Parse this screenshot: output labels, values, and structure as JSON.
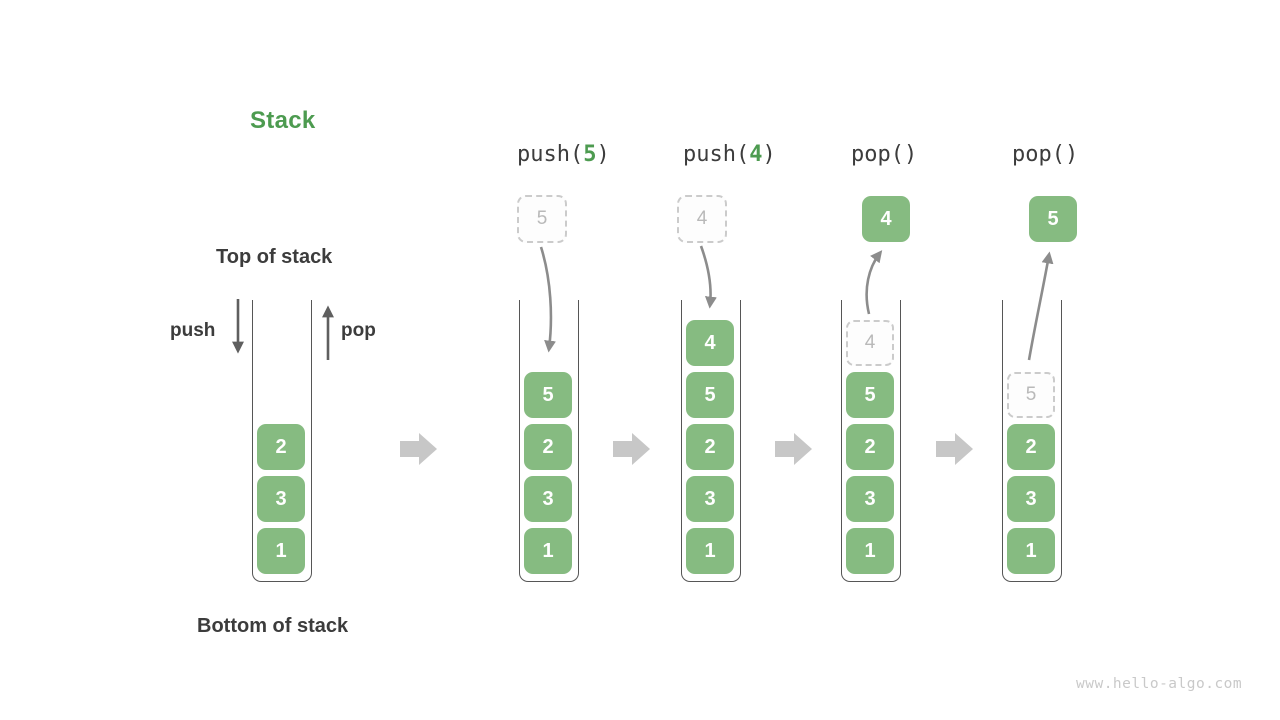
{
  "title": "Stack",
  "labels": {
    "top_of_stack": "Top of stack",
    "bottom_of_stack": "Bottom of stack",
    "push": "push",
    "pop": "pop"
  },
  "watermark": "www.hello-algo.com",
  "colors": {
    "green_box": "#86bb81",
    "green_accent": "#4d9b50",
    "dark_text": "#3c3c3c",
    "arrow_gray": "#8c8c8c",
    "dark_arrow": "#5f5f5f",
    "flow_arrow": "#c7c7c7",
    "dashed_border": "#cbcbcb",
    "dashed_text": "#b9b9b9"
  },
  "stages": [
    {
      "stack": [
        {
          "value": "2",
          "style": "solid"
        },
        {
          "value": "3",
          "style": "solid"
        },
        {
          "value": "1",
          "style": "solid"
        }
      ]
    },
    {
      "header": {
        "pre": "push(",
        "arg": "5",
        "post": ")"
      },
      "floating": {
        "value": "5",
        "style": "dashed"
      },
      "stack": [
        {
          "value": "5",
          "style": "solid"
        },
        {
          "value": "2",
          "style": "solid"
        },
        {
          "value": "3",
          "style": "solid"
        },
        {
          "value": "1",
          "style": "solid"
        }
      ]
    },
    {
      "header": {
        "pre": "push(",
        "arg": "4",
        "post": ")"
      },
      "floating": {
        "value": "4",
        "style": "dashed"
      },
      "stack": [
        {
          "value": "4",
          "style": "solid"
        },
        {
          "value": "5",
          "style": "solid"
        },
        {
          "value": "2",
          "style": "solid"
        },
        {
          "value": "3",
          "style": "solid"
        },
        {
          "value": "1",
          "style": "solid"
        }
      ]
    },
    {
      "header": {
        "pre": "pop()",
        "arg": "",
        "post": ""
      },
      "floating": {
        "value": "4",
        "style": "solid"
      },
      "stack": [
        {
          "value": "4",
          "style": "dashed"
        },
        {
          "value": "5",
          "style": "solid"
        },
        {
          "value": "2",
          "style": "solid"
        },
        {
          "value": "3",
          "style": "solid"
        },
        {
          "value": "1",
          "style": "solid"
        }
      ]
    },
    {
      "header": {
        "pre": "pop()",
        "arg": "",
        "post": ""
      },
      "floating": {
        "value": "5",
        "style": "solid"
      },
      "stack": [
        {
          "value": "5",
          "style": "dashed"
        },
        {
          "value": "2",
          "style": "solid"
        },
        {
          "value": "3",
          "style": "solid"
        },
        {
          "value": "1",
          "style": "solid"
        }
      ]
    }
  ]
}
